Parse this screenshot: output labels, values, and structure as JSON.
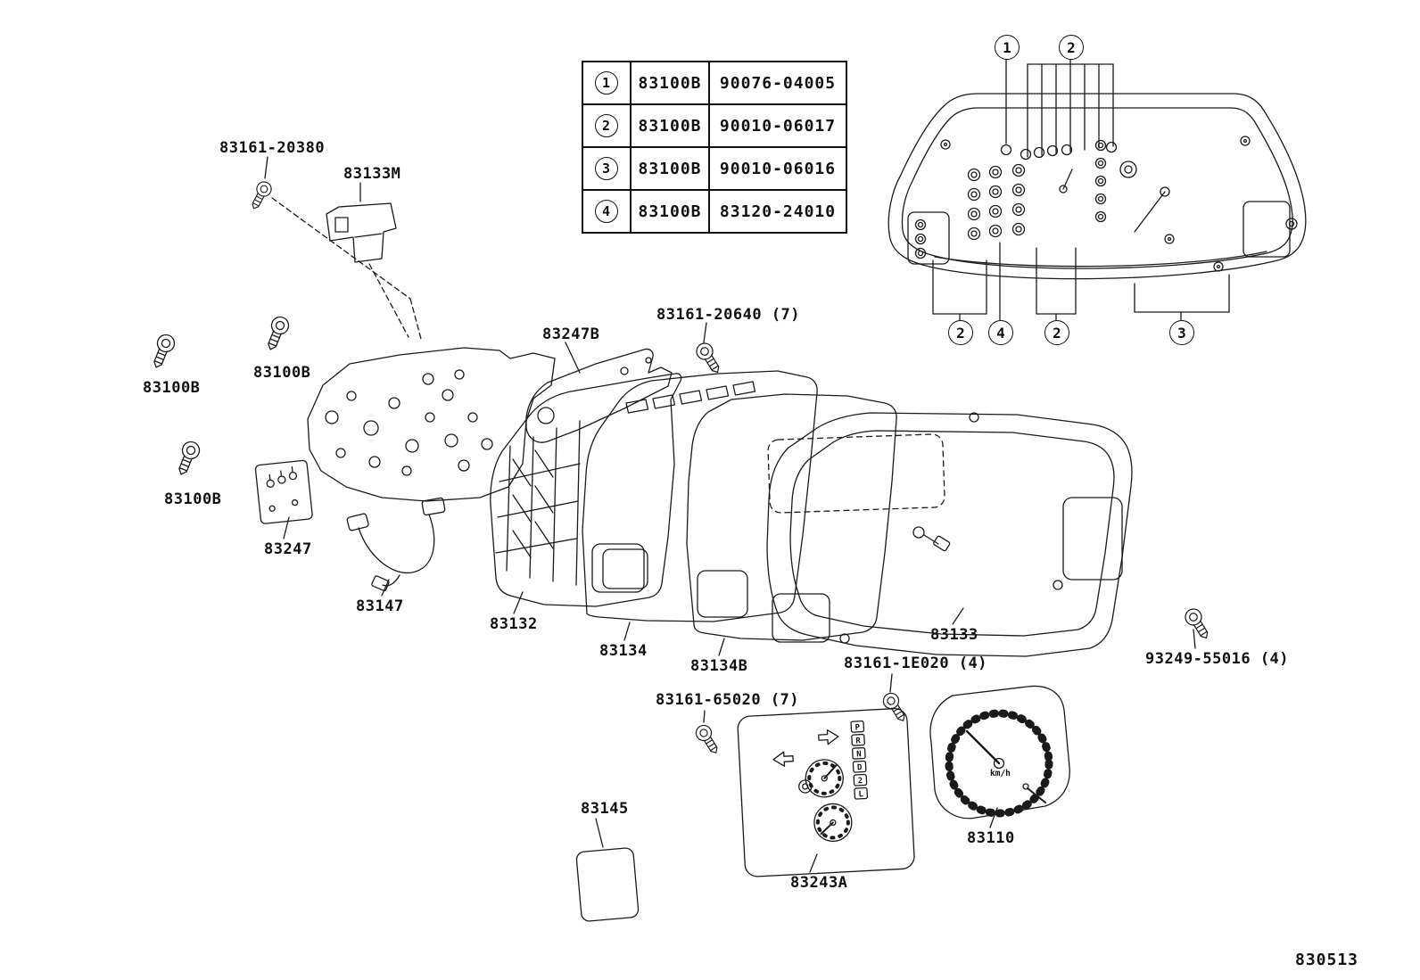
{
  "figure": {
    "number": "830513",
    "background": "#ffffff",
    "line_color": "#1a1a1a"
  },
  "table": {
    "rows": [
      {
        "num": "1",
        "code": "83100B",
        "part": "90076-04005"
      },
      {
        "num": "2",
        "code": "83100B",
        "part": "90010-06017"
      },
      {
        "num": "3",
        "code": "83100B",
        "part": "90010-06016"
      },
      {
        "num": "4",
        "code": "83100B",
        "part": "83120-24010"
      }
    ]
  },
  "callouts": {
    "top": [
      "1",
      "2"
    ],
    "bottom": [
      "2",
      "4",
      "2",
      "3"
    ]
  },
  "labels": {
    "screw_20380": "83161-20380",
    "bracket_83133m": "83133M",
    "screw_83100b_1": "83100B",
    "screw_83100b_2": "83100B",
    "screw_83100b_3": "83100B",
    "circuit_83247b": "83247B",
    "screw_20640": "83161-20640 (7)",
    "connector_83247": "83247",
    "wiring_83147": "83147",
    "case_83132": "83132",
    "plate_83134": "83134",
    "plate_83134b": "83134B",
    "case_83133": "83133",
    "screw_1e020": "83161-1E020 (4)",
    "screw_93249": "93249-55016 (4)",
    "screw_65020": "83161-65020 (7)",
    "lens_83145": "83145",
    "plate_83243a": "83243A",
    "speedometer_83110": "83110"
  },
  "gauge": {
    "speed_unit": "km/h",
    "gear_indicators": [
      "P",
      "R",
      "N",
      "D",
      "2",
      "L"
    ]
  }
}
